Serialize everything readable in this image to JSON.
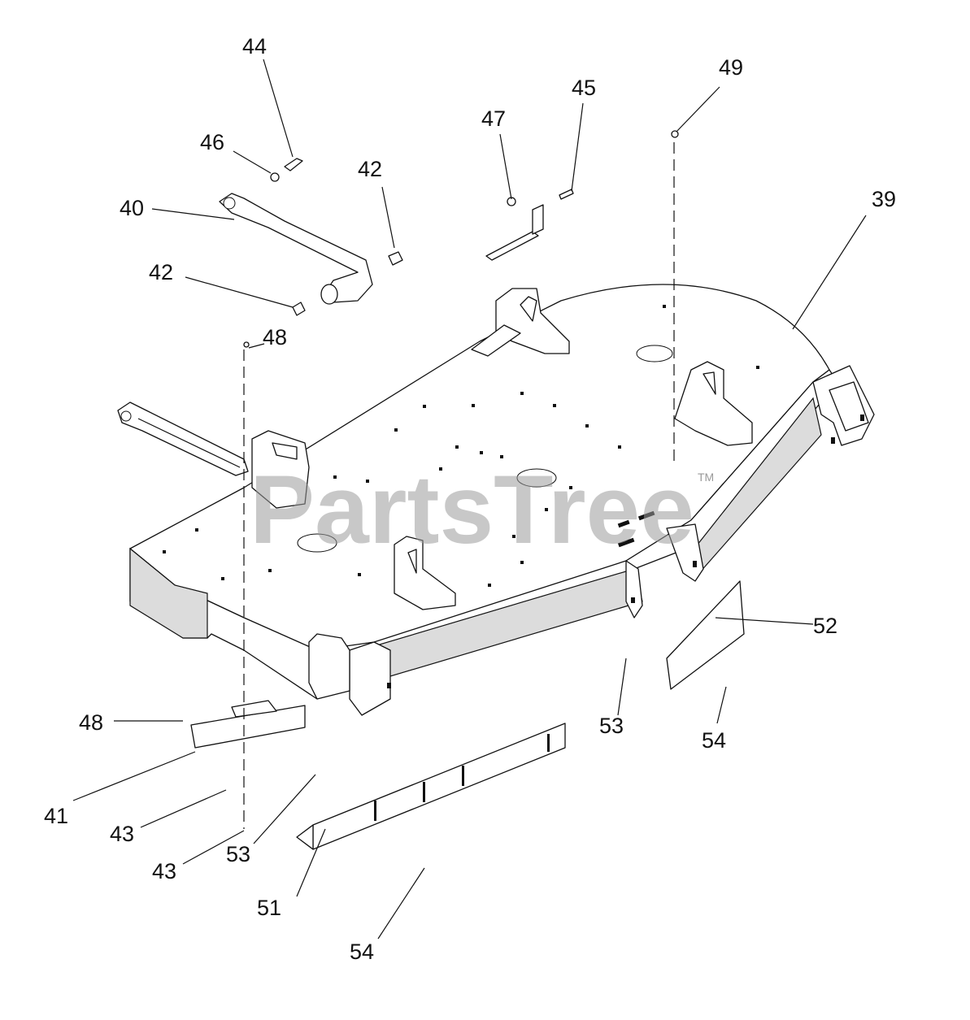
{
  "watermark": {
    "text": "PartsTree",
    "trademark": "TM"
  },
  "callouts": [
    {
      "id": "39",
      "label": "39"
    },
    {
      "id": "40",
      "label": "40"
    },
    {
      "id": "41",
      "label": "41"
    },
    {
      "id": "42a",
      "label": "42"
    },
    {
      "id": "42b",
      "label": "42"
    },
    {
      "id": "43a",
      "label": "43"
    },
    {
      "id": "43b",
      "label": "43"
    },
    {
      "id": "44",
      "label": "44"
    },
    {
      "id": "45",
      "label": "45"
    },
    {
      "id": "46",
      "label": "46"
    },
    {
      "id": "47",
      "label": "47"
    },
    {
      "id": "48a",
      "label": "48"
    },
    {
      "id": "48b",
      "label": "48"
    },
    {
      "id": "49",
      "label": "49"
    },
    {
      "id": "51",
      "label": "51"
    },
    {
      "id": "52",
      "label": "52"
    },
    {
      "id": "53a",
      "label": "53"
    },
    {
      "id": "53b",
      "label": "53"
    },
    {
      "id": "54a",
      "label": "54"
    },
    {
      "id": "54b",
      "label": "54"
    }
  ]
}
